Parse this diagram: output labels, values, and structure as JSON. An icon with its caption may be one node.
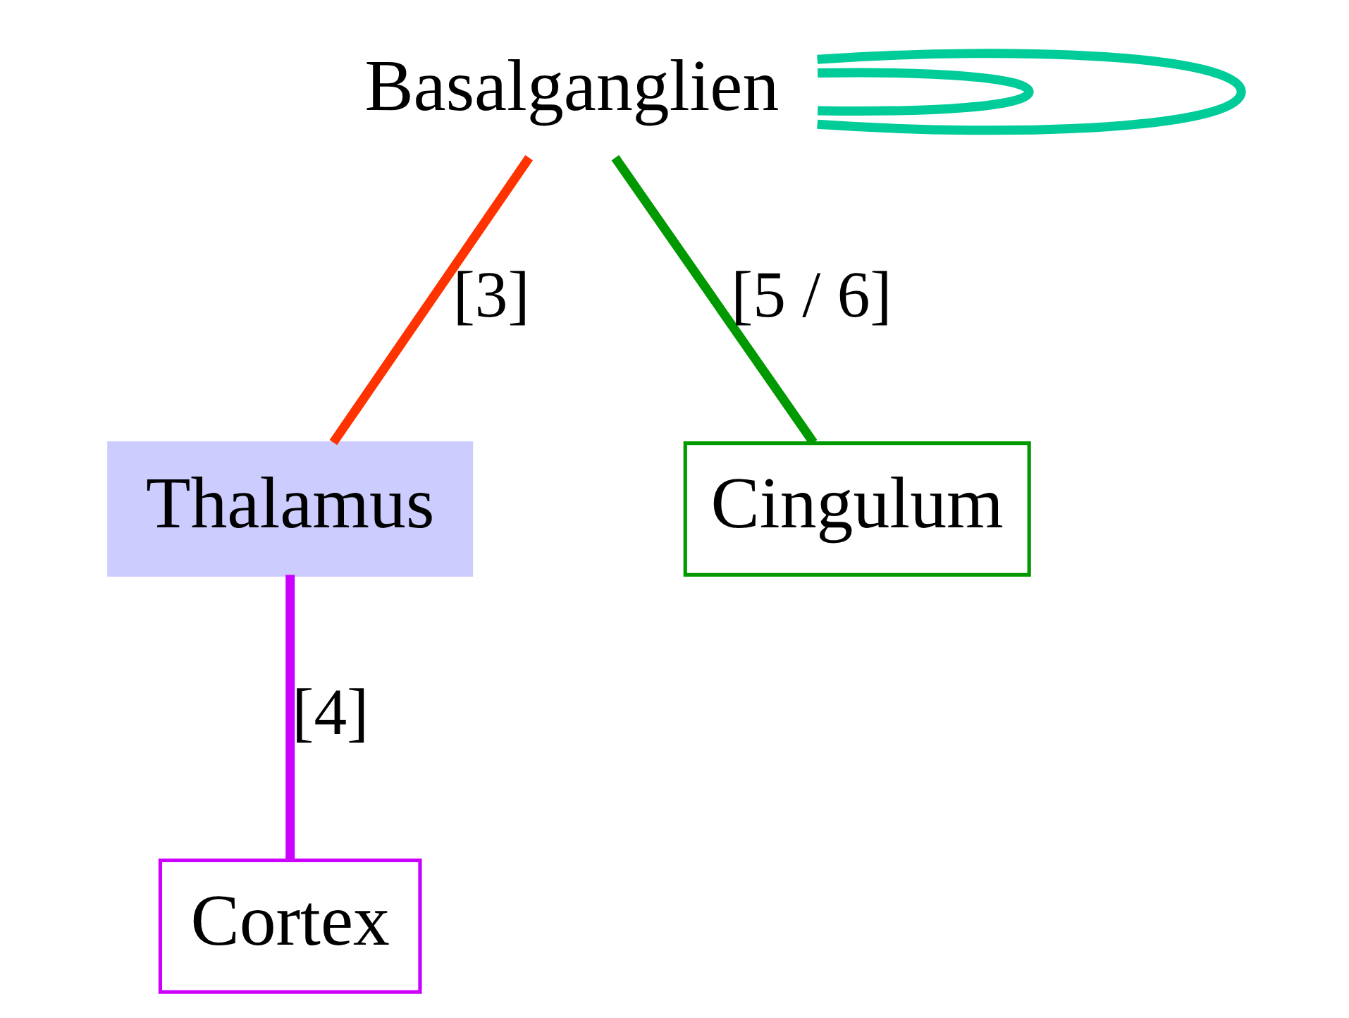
{
  "diagram": {
    "nodes": [
      {
        "text": [
          "Thalamus"
        ]
      },
      {
        "text": [
          "Basalganglien"
        ]
      },
      {
        "text": [
          "Cortex"
        ]
      },
      {
        "text": [
          "Cingulum"
        ]
      }
    ],
    "edges": [
      {
        "from": 1,
        "to": 1,
        "arrow": "none",
        "color": "#00cc99"
      },
      {
        "from": 1,
        "to": 1,
        "arrow": "none",
        "color": "#00cc99"
      },
      {
        "from": 1,
        "to": 0,
        "arrow": "none",
        "label": "[3]",
        "color": "#ff3300"
      },
      {
        "from": 0,
        "to": 2,
        "arrow": "none",
        "label": "[4]",
        "color": "#cc00ff"
      },
      {
        "from": 1,
        "to": 3,
        "arrow": "none",
        "label": "[5 / 6]",
        "color": "#009900"
      }
    ]
  }
}
